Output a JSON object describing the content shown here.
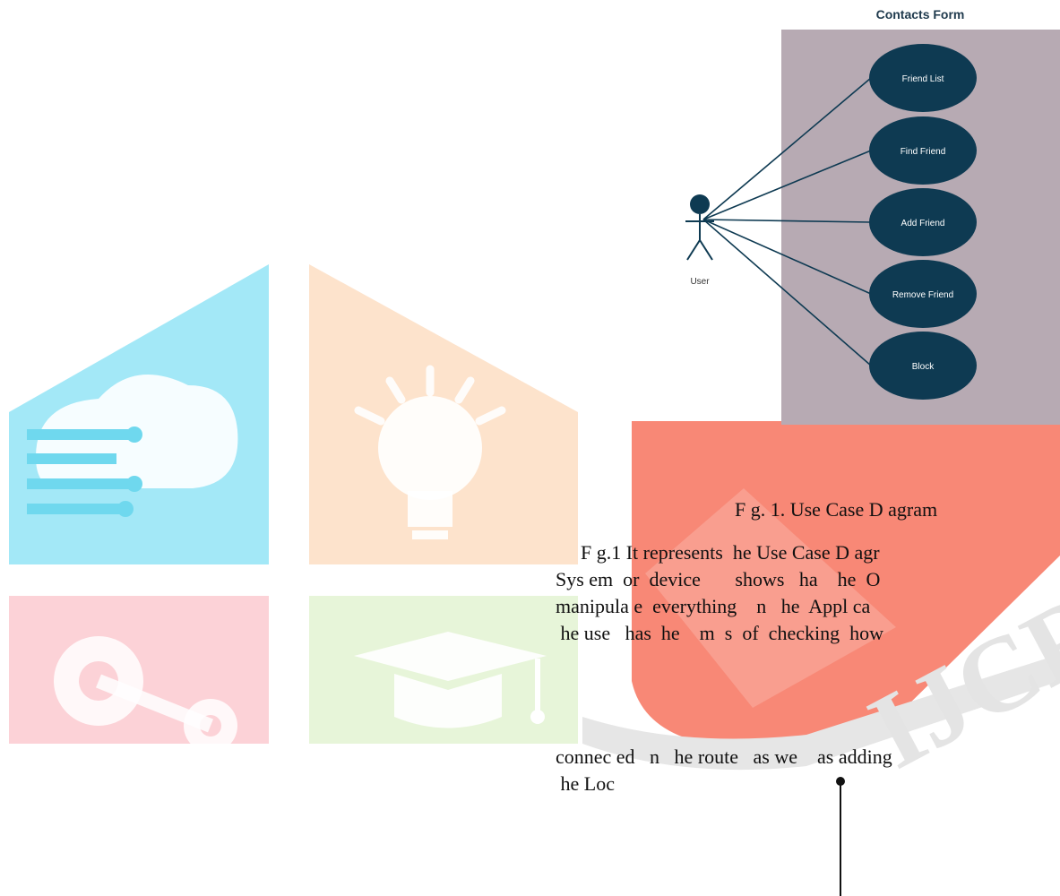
{
  "diagram": {
    "title": "Contacts Form",
    "actor_label": "User",
    "use_cases": [
      "Friend List",
      "Find Friend",
      "Add Friend",
      "Remove Friend",
      "Block"
    ],
    "colors": {
      "system_box": "#b7aab3",
      "ellipse": "#0e3a52",
      "ellipse_text": "#ffffff",
      "line": "#0e3a52"
    }
  },
  "caption": "F g. 1. Use Case D agram",
  "paragraph_lines": [
    "F g.1 It represents  he Use Case D agr",
    "Sys em  or  device       shows   ha    he  O",
    "manipula e  everything    n   he  Appl ca",
    " he use   has  he    m  s  of  checking  how",
    "connec ed   n   he route   as we    as adding",
    " he Loc"
  ],
  "watermark": {
    "text": "IJCRT",
    "icons": [
      "cloud-circuit-icon",
      "lightbulb-icon",
      "gears-icon",
      "graduation-cap-icon"
    ]
  }
}
